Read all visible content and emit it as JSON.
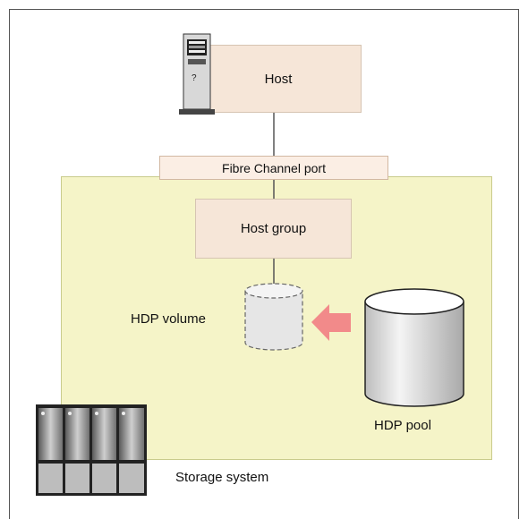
{
  "nodes": {
    "host": "Host",
    "fibre_channel_port": "Fibre Channel port",
    "host_group": "Host group",
    "hdp_volume": "HDP volume",
    "hdp_pool": "HDP pool",
    "storage_system": "Storage system"
  },
  "colors": {
    "storage_area": "#f5f4c8",
    "host_box": "#f6e6d8",
    "arrow": "#f28a8a"
  },
  "icons": [
    "server-icon",
    "storage-rack-icon",
    "cylinder-icon"
  ]
}
